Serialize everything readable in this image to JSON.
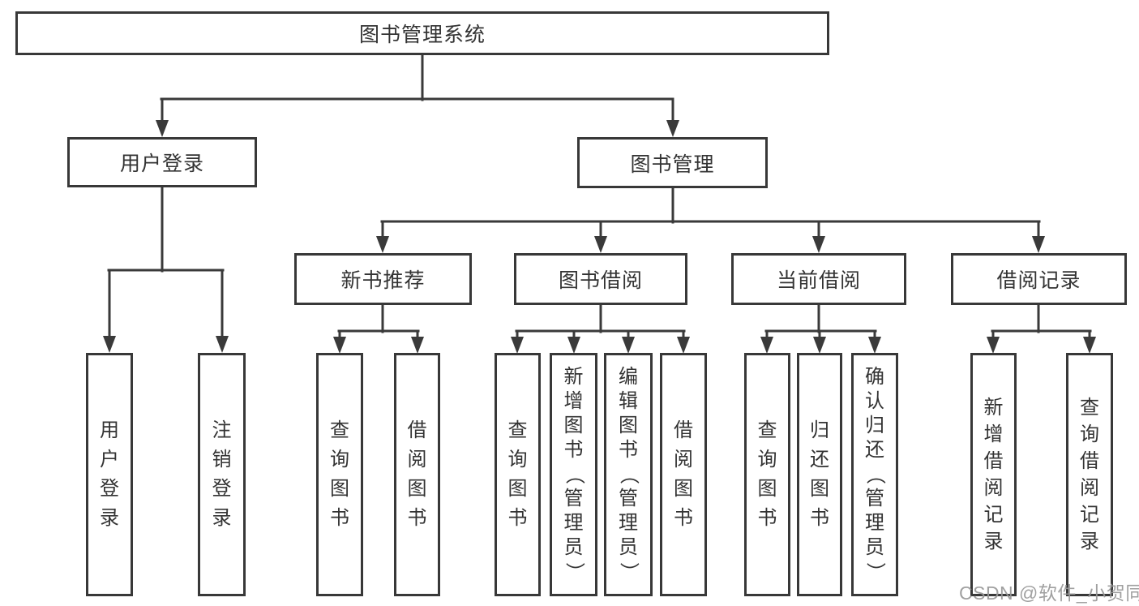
{
  "diagram": {
    "tree": {
      "root": {
        "label": "图书管理系统"
      },
      "branches": [
        {
          "label": "用户登录",
          "children": [
            {
              "label": "用户登录"
            },
            {
              "label": "注销登录"
            }
          ]
        },
        {
          "label": "图书管理",
          "children": [
            {
              "label": "新书推荐",
              "children": [
                {
                  "label": "查询图书"
                },
                {
                  "label": "借阅图书"
                }
              ]
            },
            {
              "label": "图书借阅",
              "children": [
                {
                  "label": "查询图书"
                },
                {
                  "label": "新增图书（管理员）"
                },
                {
                  "label": "编辑图书（管理员）"
                },
                {
                  "label": "借阅图书"
                }
              ]
            },
            {
              "label": "当前借阅",
              "children": [
                {
                  "label": "查询图书"
                },
                {
                  "label": "归还图书"
                },
                {
                  "label": "确认归还（管理员）"
                }
              ]
            },
            {
              "label": "借阅记录",
              "children": [
                {
                  "label": "新增借阅记录"
                },
                {
                  "label": "查询借阅记录"
                }
              ]
            }
          ]
        }
      ]
    },
    "watermark": {
      "text": "CSDN @软件_小贺同学"
    },
    "colors": {
      "line": "#3a3a3a",
      "text": "#333333",
      "watermark": "#989898",
      "background": "#ffffff"
    }
  }
}
